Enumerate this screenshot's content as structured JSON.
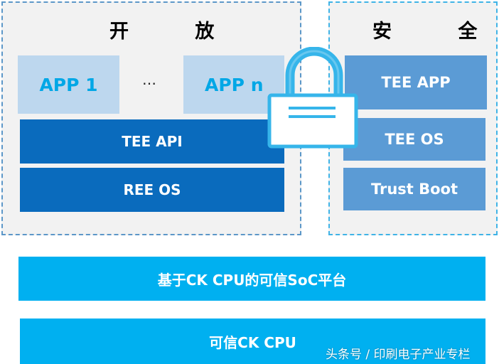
{
  "open_zone": {
    "title": "开 放",
    "apps": [
      "APP 1",
      "APP n"
    ],
    "ellipsis": "…",
    "tee_api": "TEE API",
    "ree_os": "REE OS"
  },
  "secure_zone": {
    "title": "安 全",
    "tee_app": "TEE APP",
    "tee_os": "TEE OS",
    "trust_boot": "Trust Boot"
  },
  "lock_icon": "padlock-icon",
  "platform": {
    "soc": "基于CK CPU的可信SoC平台",
    "cpu": "可信CK CPU"
  },
  "watermark": "头条号 / 印刷电子产业专栏",
  "colors": {
    "app_fill": "#bdd7ee",
    "app_text": "#00a7e6",
    "dark_blue": "#0a6bbd",
    "mid_blue": "#5b9bd5",
    "cyan": "#00b0f0",
    "lock_stroke": "#36b5ea"
  }
}
